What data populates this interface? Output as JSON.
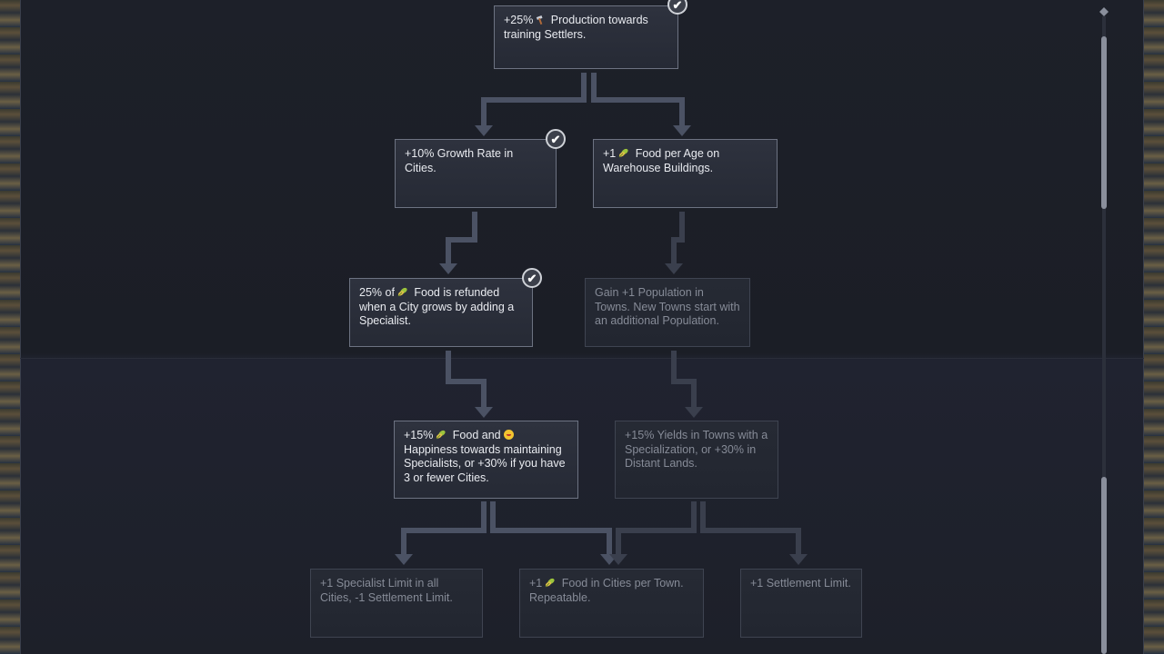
{
  "tree": {
    "nodes": [
      {
        "id": "prod-settlers",
        "parts": [
          "+25%",
          "hammer-icon",
          " Production towards training Settlers."
        ],
        "state": "unlocked",
        "checked": true
      },
      {
        "id": "growth-rate",
        "parts": [
          "+10% Growth Rate in Cities."
        ],
        "state": "unlocked",
        "checked": true
      },
      {
        "id": "food-warehouse",
        "parts": [
          "+1",
          "food-icon",
          " Food per Age on Warehouse Buildings."
        ],
        "state": "unlocked",
        "checked": false
      },
      {
        "id": "food-refund",
        "parts": [
          "25% of",
          "food-icon",
          " Food is refunded when a City grows by adding a Specialist."
        ],
        "state": "unlocked",
        "checked": true
      },
      {
        "id": "town-population",
        "parts": [
          "Gain +1 Population in Towns. New Towns start with an additional Population."
        ],
        "state": "locked",
        "checked": false
      },
      {
        "id": "food-happiness",
        "parts": [
          "+15%",
          "food-icon",
          " Food and",
          "happiness-icon",
          " Happiness towards maintaining Specialists, or +30% if you have 3 or fewer Cities."
        ],
        "state": "unlocked",
        "checked": false
      },
      {
        "id": "town-yields",
        "parts": [
          "+15% Yields in Towns with a Specialization, or +30% in Distant Lands."
        ],
        "state": "locked",
        "checked": false
      },
      {
        "id": "specialist-limit",
        "parts": [
          "+1 Specialist Limit in all Cities, -1 Settlement Limit."
        ],
        "state": "locked",
        "checked": false
      },
      {
        "id": "food-per-town",
        "parts": [
          "+1",
          "food-icon",
          " Food in Cities per Town. Repeatable."
        ],
        "state": "locked",
        "checked": false
      },
      {
        "id": "settlement-limit",
        "parts": [
          "+1 Settlement Limit."
        ],
        "state": "locked",
        "checked": false
      }
    ]
  },
  "colors": {
    "connector": "#4b5264",
    "connector_locked": "#3a3f4d",
    "panel": "#1d2029",
    "node_border": "#6d7382",
    "food": "#9cc43c",
    "happiness": "#f2c430"
  },
  "check_glyph": "✔"
}
